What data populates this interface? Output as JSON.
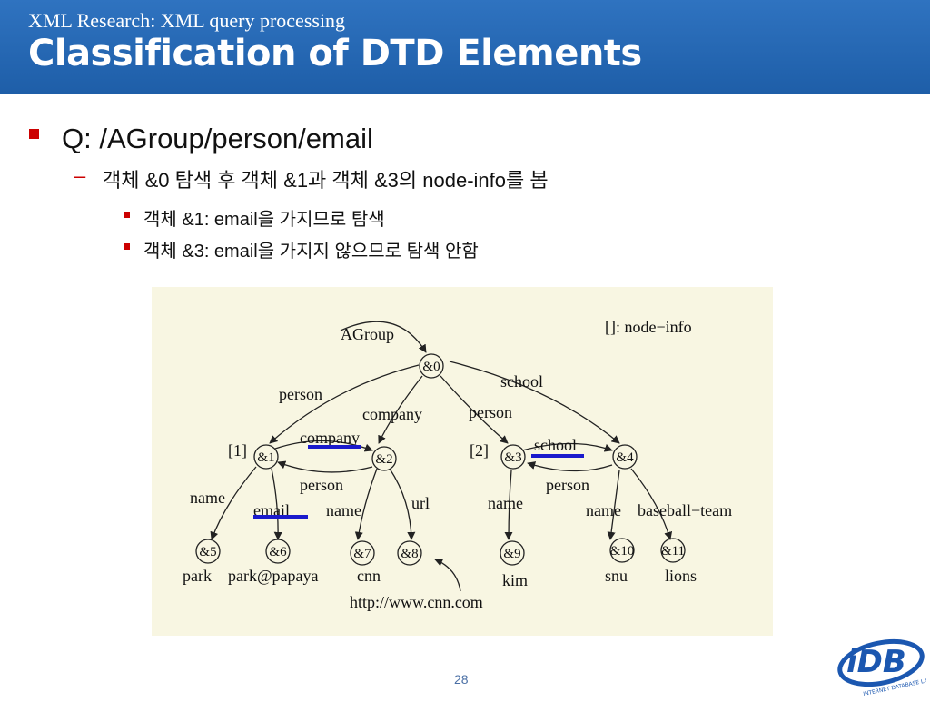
{
  "header": {
    "subtitle": "XML Research: XML query processing",
    "title": "Classification of DTD Elements"
  },
  "bullets": {
    "l1": "Q: /AGroup/person/email",
    "l2_dash": "–",
    "l2": "객체 &0 탐색 후 객체 &1과 객체 &3의 node-info를 봄",
    "l3a": "객체 &1: email을 가지므로 탐색",
    "l3b": "객체 &3: email을 가지지 않으므로 탐색 안함"
  },
  "diagram": {
    "legend": "[]: node−info",
    "root_label": "AGroup",
    "nodes": {
      "n0": "&0",
      "n1": "&1",
      "n2": "&2",
      "n3": "&3",
      "n4": "&4",
      "n5": "&5",
      "n6": "&6",
      "n7": "&7",
      "n8": "&8",
      "n9": "&9",
      "n10": "&10",
      "n11": "&11"
    },
    "node_info": {
      "n1": "[1]",
      "n3": "[2]"
    },
    "edges": {
      "person_0_1": "person",
      "company_0_2": "company",
      "person_0_3": "person",
      "school_0_4": "school",
      "company_1_2": "company",
      "person_2_1": "person",
      "school_3_4": "school",
      "person_4_3": "person",
      "name_1_5": "name",
      "email_1_6": "email",
      "name_2_7": "name",
      "url_2_8": "url",
      "name_3_9": "name",
      "name_4_10": "name",
      "baseball_4_11": "baseball−team"
    },
    "values": {
      "v5": "park",
      "v6": "park@papaya",
      "v7": "cnn",
      "v8": "http://www.cnn.com",
      "v9": "kim",
      "v10": "snu",
      "v11": "lions"
    },
    "highlight_color": "#1a1acc"
  },
  "page_number": "28",
  "logo": {
    "icon": "idb-logo-icon",
    "text": "iDB",
    "ring_text": "INTERNET DATABASE LAB"
  }
}
